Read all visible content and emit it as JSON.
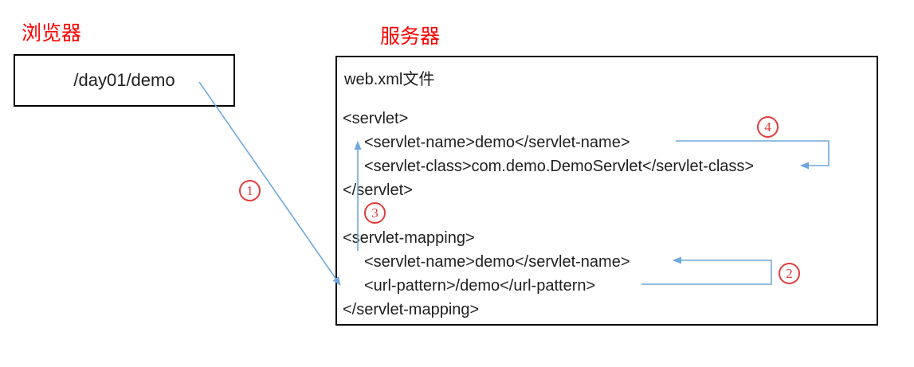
{
  "diagram": {
    "browser": {
      "title": "浏览器",
      "request": "/day01/demo"
    },
    "server": {
      "title": "服务器",
      "file_label": "web.xml文件",
      "code_lines": [
        {
          "text": "<servlet>",
          "indent": 0
        },
        {
          "text": "<servlet-name>demo</servlet-name>",
          "indent": 1
        },
        {
          "text": "<servlet-class>com.demo.DemoServlet</servlet-class>",
          "indent": 1
        },
        {
          "text": "</servlet>",
          "indent": 0
        },
        {
          "text": "",
          "indent": 0
        },
        {
          "text": "<servlet-mapping>",
          "indent": 0
        },
        {
          "text": "<servlet-name>demo</servlet-name>",
          "indent": 1
        },
        {
          "text": "<url-pattern>/demo</url-pattern>",
          "indent": 1
        },
        {
          "text": "</servlet-mapping>",
          "indent": 0
        }
      ]
    },
    "steps": [
      {
        "label": "1"
      },
      {
        "label": "2"
      },
      {
        "label": "3"
      },
      {
        "label": "4"
      }
    ],
    "colors": {
      "arrow_blue": "#6fa8dc",
      "title_red": "#ff0000",
      "step_red": "#e23b3b",
      "box_border": "#000000"
    }
  }
}
